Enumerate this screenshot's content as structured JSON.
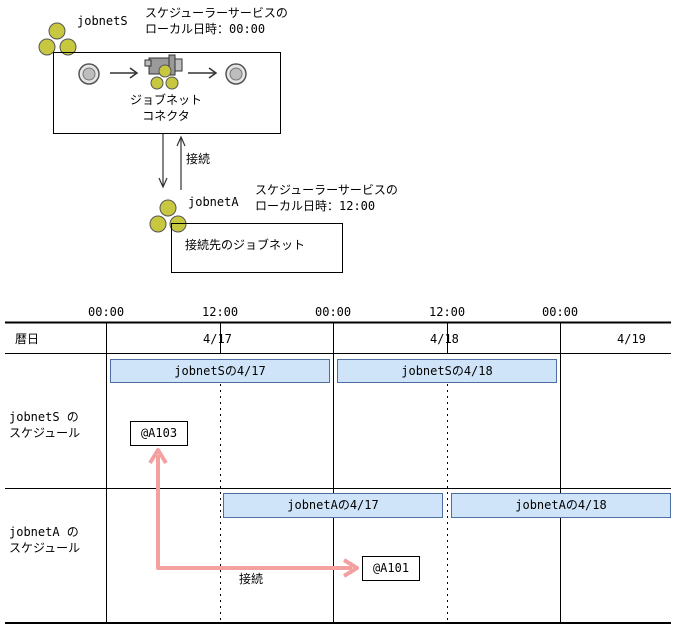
{
  "top": {
    "jobnetS": {
      "name": "jobnetS",
      "service_text": "スケジューラーサービスの\nローカル日時：00:00",
      "connector_label": "ジョブネット\nコネクタ"
    },
    "connect_label": "接続",
    "jobnetA": {
      "name": "jobnetA",
      "service_text": "スケジューラーサービスの\nローカル日時：12:00",
      "target_label": "接続先のジョブネット"
    }
  },
  "timeline": {
    "times": [
      "00:00",
      "12:00",
      "00:00",
      "12:00",
      "00:00"
    ],
    "row_headers": {
      "date": "暦日",
      "jobnetS": "jobnetS の\nスケジュール",
      "jobnetA": "jobnetA の\nスケジュール"
    },
    "dates": [
      "4/17",
      "4/18",
      "4/19"
    ],
    "s_bars": [
      "jobnetSの4/17",
      "jobnetSの4/18"
    ],
    "a_bars": [
      "jobnetAの4/17",
      "jobnetAの4/18"
    ],
    "s_id": "@A103",
    "a_id": "@A101",
    "connect_label": "接続"
  },
  "colors": {
    "bar_fill": "#cfe4f8",
    "bar_border": "#4a6fa0",
    "jobnet_icon": "#c8c840",
    "connection_arrow": "#f4a0a0"
  }
}
